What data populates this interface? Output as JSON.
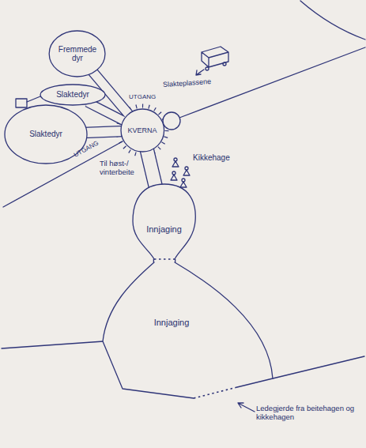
{
  "diagram": {
    "nodes": [
      {
        "text": [
          "Fremmede dyr"
        ]
      },
      {
        "text": [
          "Slaktedyr"
        ]
      },
      {
        "text": [
          "Slaktedyr"
        ]
      },
      {
        "text": [
          "KVERNA"
        ]
      },
      {
        "text": [
          "Innjaging"
        ]
      },
      {
        "text": [
          "Innjaging"
        ]
      }
    ],
    "edges": [
      {
        "from": 5,
        "to": 4,
        "arrow": "none"
      },
      {
        "from": 4,
        "to": 3,
        "arrow": "none"
      },
      {
        "from": 3,
        "to": 0,
        "arrow": "none"
      },
      {
        "from": 3,
        "to": 1,
        "arrow": "none"
      },
      {
        "from": 3,
        "to": 2,
        "arrow": "none"
      }
    ],
    "labels": [
      "Slakteplassene",
      "UTGANG",
      "UTGANG",
      "Til høst-/ vinterbeite",
      "Kikkehage",
      "Ledegjerde fra beitehagen og kikkehagen"
    ]
  }
}
